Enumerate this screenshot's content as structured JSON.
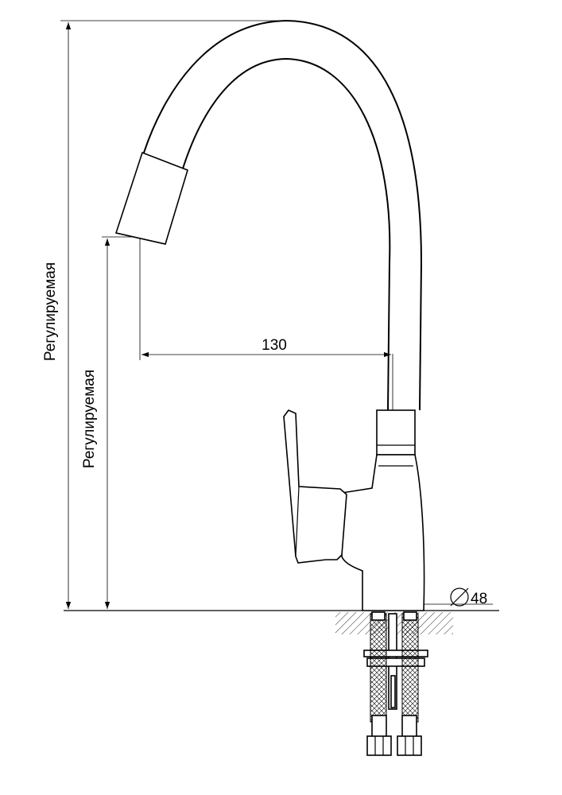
{
  "dimensions": {
    "overall_height_label": "Регулируемая",
    "spout_height_label": "Регулируемая",
    "spout_reach_label": "130",
    "base_diameter_label": "48",
    "diameter_symbol": "⌀"
  }
}
